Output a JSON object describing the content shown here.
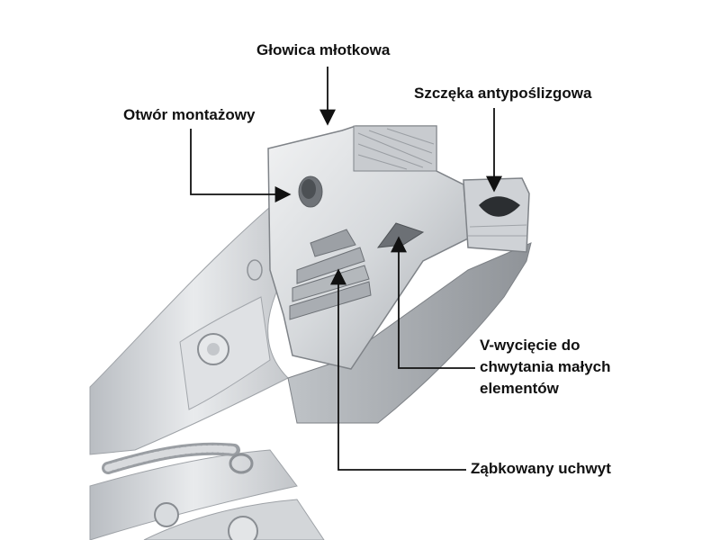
{
  "callouts": {
    "hammer_head": "Głowica młotkowa",
    "mounting_hole": "Otwór montażowy",
    "anti_slip_jaw": "Szczęka antypoślizgowa",
    "v_notch": [
      "V-wycięcie do",
      "chwytania małych",
      "elementów"
    ],
    "serrated_grip": "Ząbkowany uchwyt"
  },
  "colors": {
    "metal_light": "#e4e6e8",
    "metal_mid": "#c9ccd0",
    "metal_dark": "#8f9398",
    "arrow": "#111111"
  }
}
